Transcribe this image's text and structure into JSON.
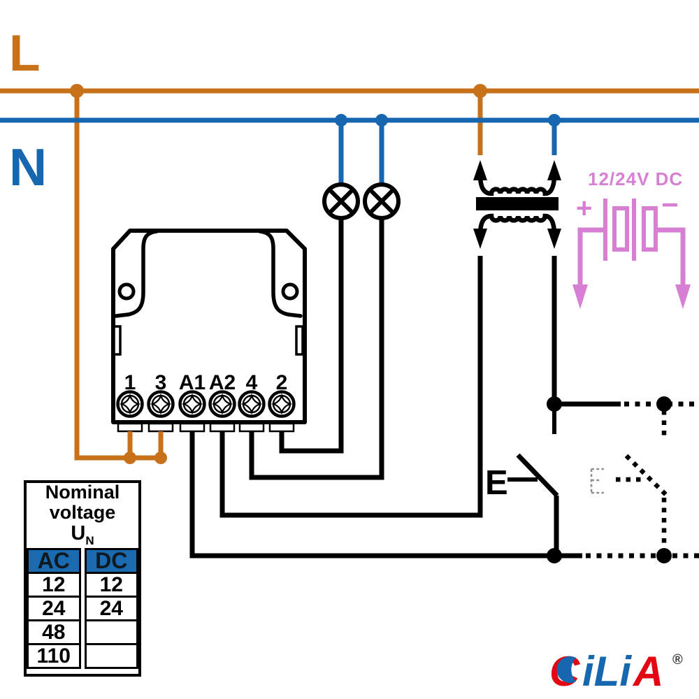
{
  "labels": {
    "line": "L",
    "neutral": "N",
    "dc_voltage": "12/24V DC",
    "plus": "+",
    "minus": "−",
    "button": "E"
  },
  "device": {
    "terminals": [
      "1",
      "3",
      "A1",
      "A2",
      "4",
      "2"
    ]
  },
  "table": {
    "title_line1": "Nominal",
    "title_line2": "voltage",
    "symbol": "U",
    "symbol_sub": "N",
    "columns": [
      "AC",
      "DC"
    ],
    "rows": [
      [
        "12",
        "12"
      ],
      [
        "24",
        "24"
      ],
      [
        "48",
        ""
      ],
      [
        "110",
        ""
      ]
    ]
  },
  "logo": {
    "c": "C",
    "ili": "iLi",
    "a": "A",
    "registered": "®"
  },
  "colors": {
    "line_orange": "#c7711b",
    "neutral_blue": "#1666b0",
    "dc_pink": "#d77fd3",
    "table_header_bg": "#1a6ab0",
    "logo_red": "#e30613",
    "logo_blue": "#1666b0",
    "wire_black": "#000000"
  }
}
